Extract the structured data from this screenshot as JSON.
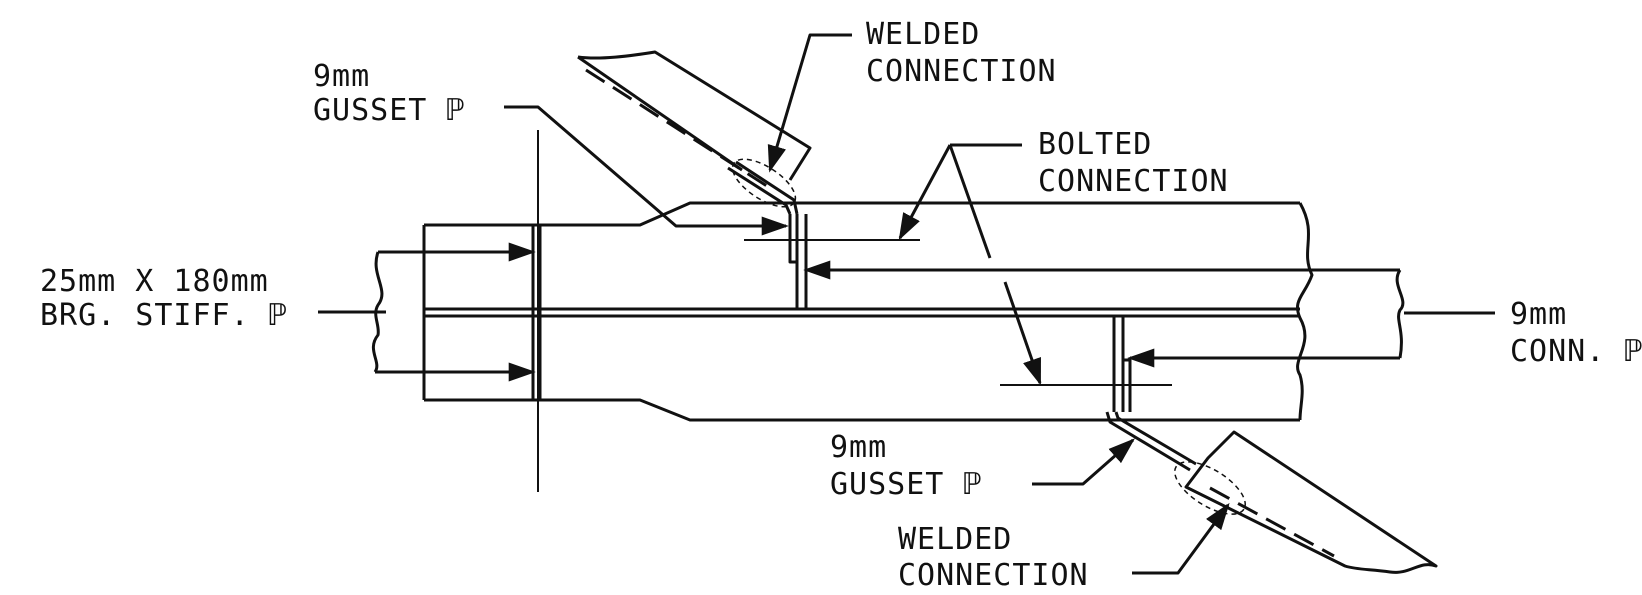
{
  "labels": {
    "welded_top_1": "WELDED",
    "welded_top_2": "CONNECTION",
    "gusset_top_1": "9mm",
    "gusset_top_2": "GUSSET ℙ",
    "bolted_1": "BOLTED",
    "bolted_2": "CONNECTION",
    "stiff_1": "25mm X 180mm",
    "stiff_2": "BRG. STIFF. ℙ",
    "conn_1": "9mm",
    "conn_2": "CONN. ℙ",
    "gusset_bot_1": "9mm",
    "gusset_bot_2": "GUSSET ℙ",
    "welded_bot_1": "WELDED",
    "welded_bot_2": "CONNECTION"
  }
}
